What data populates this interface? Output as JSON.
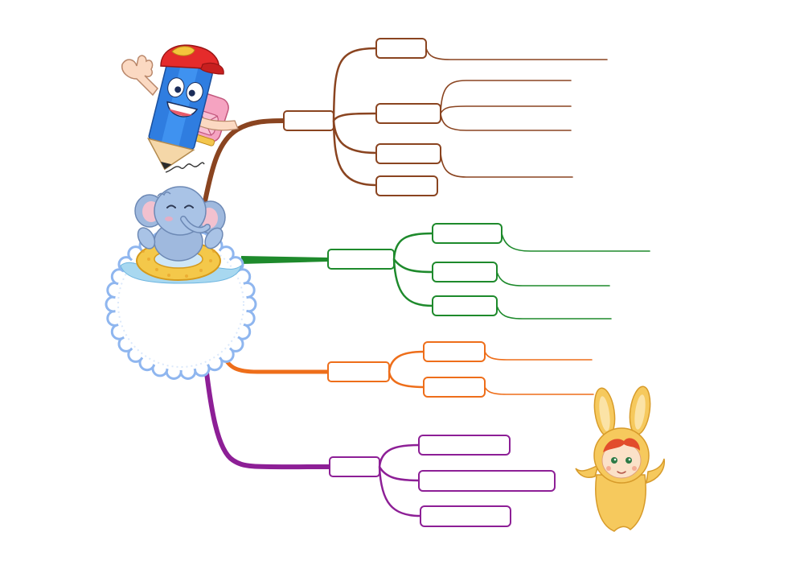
{
  "colors": {
    "branch_1": "#8a4420",
    "branch_2": "#1e8a2c",
    "branch_3": "#ee6e1a",
    "branch_4": "#8d1f96",
    "frame": "#8fb6ef"
  },
  "central_topic": {
    "text": ""
  },
  "branches": [
    {
      "name": "branch-1",
      "main_topic": "",
      "subtopics": [
        {
          "text": "",
          "children": [
            ""
          ]
        },
        {
          "text": "",
          "children": [
            "",
            "",
            ""
          ]
        },
        {
          "text": "",
          "children": [
            ""
          ]
        },
        {
          "text": "",
          "children": []
        }
      ]
    },
    {
      "name": "branch-2",
      "main_topic": "",
      "subtopics": [
        {
          "text": "",
          "children": [
            ""
          ]
        },
        {
          "text": "",
          "children": [
            ""
          ]
        },
        {
          "text": "",
          "children": [
            ""
          ]
        }
      ]
    },
    {
      "name": "branch-3",
      "main_topic": "",
      "subtopics": [
        {
          "text": "",
          "children": [
            ""
          ]
        },
        {
          "text": "",
          "children": [
            ""
          ]
        }
      ]
    },
    {
      "name": "branch-4",
      "main_topic": "",
      "subtopics": [
        {
          "text": "",
          "children": []
        },
        {
          "text": "",
          "children": []
        },
        {
          "text": "",
          "children": []
        }
      ]
    }
  ],
  "illustrations": [
    "pencil-character-icon",
    "elephant-swim-ring-icon",
    "bunny-costume-child-icon"
  ]
}
